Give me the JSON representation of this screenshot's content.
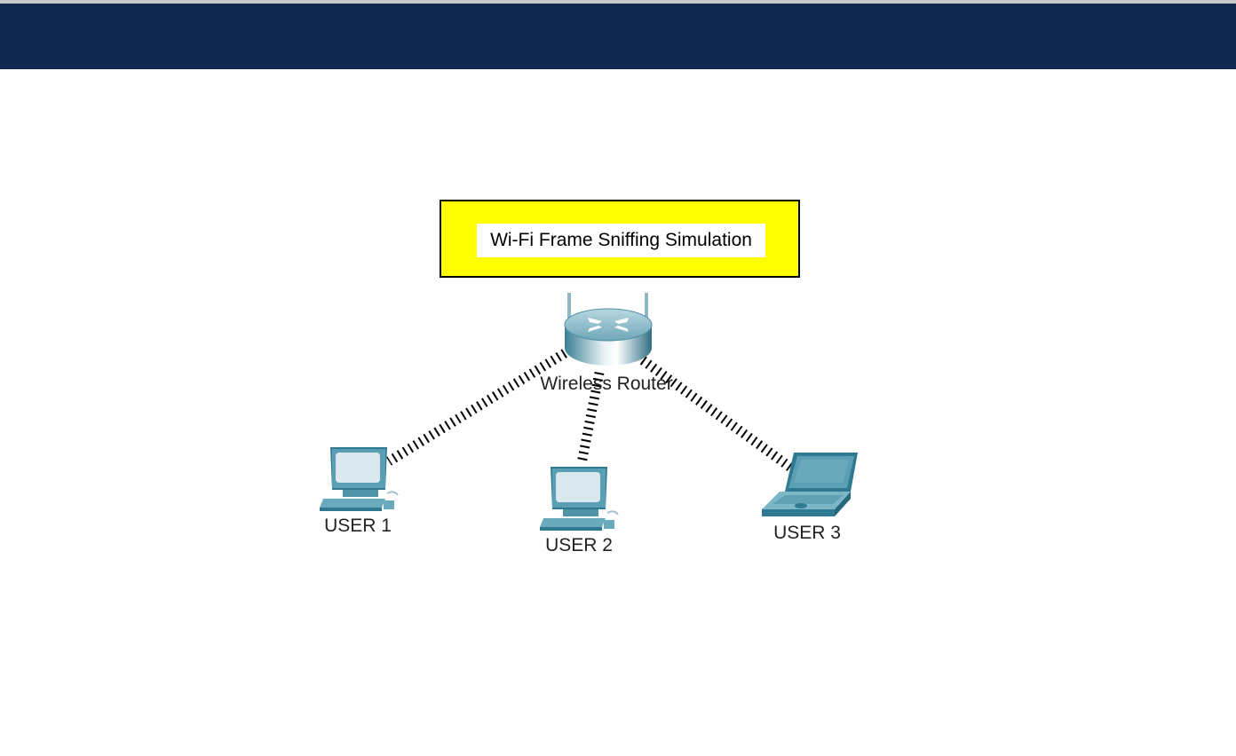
{
  "diagram": {
    "title": "Wi-Fi Frame Sniffing Simulation",
    "colors": {
      "header": "#10284d",
      "title_box": "#ffff00",
      "device_teal": "#5a9fb3",
      "link_dash": "#000000"
    },
    "nodes": [
      {
        "id": "router",
        "label": "Wireless Router",
        "icon": "wireless-router-icon"
      },
      {
        "id": "user1",
        "label": "USER 1",
        "icon": "desktop-pc-icon"
      },
      {
        "id": "user2",
        "label": "USER 2",
        "icon": "desktop-pc-icon"
      },
      {
        "id": "user3",
        "label": "USER 3",
        "icon": "laptop-icon"
      }
    ],
    "links": [
      {
        "from": "router",
        "to": "user1",
        "type": "wireless"
      },
      {
        "from": "router",
        "to": "user2",
        "type": "wireless"
      },
      {
        "from": "router",
        "to": "user3",
        "type": "wireless"
      }
    ]
  }
}
